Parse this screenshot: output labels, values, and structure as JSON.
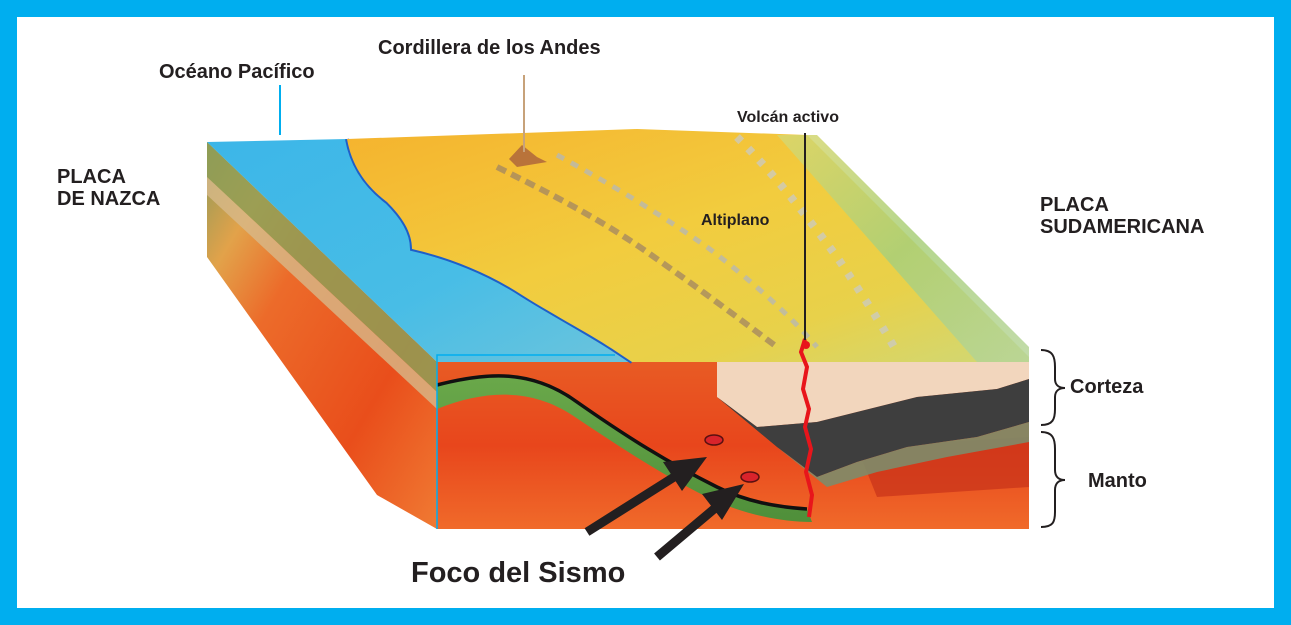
{
  "diagram": {
    "labels": {
      "pacific_ocean": "Océano Pacífico",
      "andes": "Cordillera de los Andes",
      "active_volcano": "Volcán activo",
      "nazca_plate_line1": "PLACA",
      "nazca_plate_line2": "DE NAZCA",
      "south_american_plate_line1": "PLACA",
      "south_american_plate_line2": "SUDAMERICANA",
      "altiplano": "Altiplano",
      "crust": "Corteza",
      "mantle": "Manto",
      "earthquake_focus": "Foco del Sismo"
    },
    "colors": {
      "border": "#00aeef",
      "ocean": "#3fb8e6",
      "land": "#f2c13a",
      "crust_light": "#f3d7c0",
      "crust_dark": "#3a3a3a",
      "mantle": "#e8531f",
      "magma": "#e8151b",
      "arrow": "#231f20"
    }
  }
}
